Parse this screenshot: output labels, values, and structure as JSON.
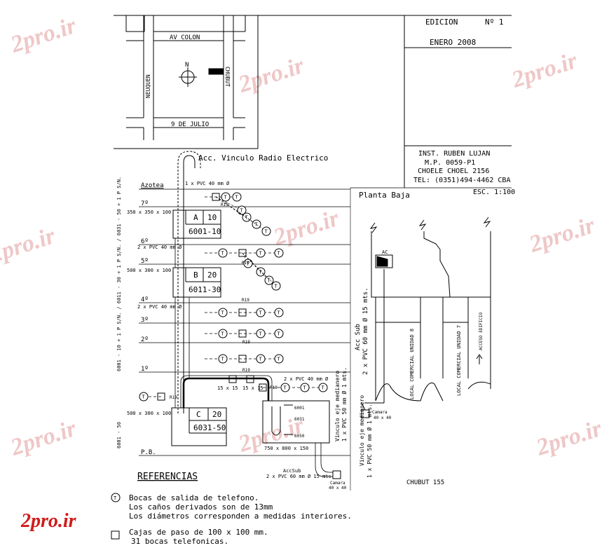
{
  "watermark": {
    "text": "2pro.ir",
    "color": "#e8a0a0",
    "brand_color": "#d11a1a"
  },
  "location_map": {
    "streets": [
      "AV COLON",
      "9 DE JULIO",
      "NEUQUEN",
      "CHUBUT"
    ],
    "north": "N"
  },
  "title_block": {
    "edition": "EDICION",
    "edition_no": "Nº 1",
    "date": "ENERO 2008",
    "installer": "INST. RUBEN LUJAN",
    "mp": "M.P. 0059-P1",
    "address": "CHOELE CHOEL 2156",
    "tel": "TEL: (0351)494-4462 CBA",
    "scale": "ESC. 1:100"
  },
  "riser": {
    "radio_link": "Acc. Vinculo Radio Electrico",
    "floors": [
      "Azotea",
      "7º",
      "6º",
      "5º",
      "4º",
      "3º",
      "2º",
      "1º",
      "P.B."
    ],
    "pipe_roof": "1 x PVC 40 mm Ø",
    "pipe_6": "2 x PVC 40 mm Ø",
    "pipe_4": "2 x PVC 40 mm Ø",
    "pipe_main": "2 x PVC 40 mm Ø",
    "box_a": {
      "label": "A",
      "num": "10",
      "range": "6001-10",
      "size": "350 x 350 x 100"
    },
    "box_b": {
      "label": "B",
      "num": "20",
      "range": "6011-30",
      "size": "500 x 300 x 100"
    },
    "box_c": {
      "label": "C",
      "num": "20",
      "range": "6031-50",
      "size": "500 x 300 x 100"
    },
    "box_main": {
      "size": "750 x 800 x 150",
      "pairs": [
        "6001",
        "6031",
        "6050"
      ]
    },
    "r19": "R19",
    "box_15": "15 x 15",
    "side_label": "6001 - 10 + 1 P S/N. / 6011 - 30 + 1 P S/N. / 6031 - 50 + 1 P S/N.",
    "side_label_low": "6001 - 50",
    "vinculo_1": "Vinculo eje medianero",
    "vinculo_1b": "1 x PVC 50 mm Ø 1 mts.",
    "acc_sub": "AccSub",
    "acc_sub_pipe": "2 x PVC 60 mm Ø 15 mts.",
    "camara": "Camara",
    "camara_size": "40 x 40"
  },
  "plan": {
    "title": "Planta Baja",
    "ac": "AC",
    "acc_sub": "Acc Sub",
    "acc_sub_pipe": "2 x PVC 60 mm Ø 15 mts.",
    "vinculo": "Vinculo eje medianero",
    "vinculo_pipe": "1 x PVC 50 mm Ø 1 mts.",
    "unit_1": "LOCAL COMERCIAL UNIDAD 8",
    "unit_2": "LOCAL COMERCIAL UNIDAD 7",
    "access": "ACCESO EDIFICIO",
    "street": "CHUBUT 155",
    "camara": "Camara",
    "camara_size": "40 x 40"
  },
  "references": {
    "title": "REFERENCIAS",
    "symbol_t": "T",
    "line1": "Bocas de salida de telefono.",
    "line2": "Los caños derivados son de 13mm",
    "line3": "Los diámetros corresponden a medidas interiores.",
    "line4": "Cajas de paso de 100 x 100 mm.",
    "line5": "31 bocas telefonicas."
  }
}
